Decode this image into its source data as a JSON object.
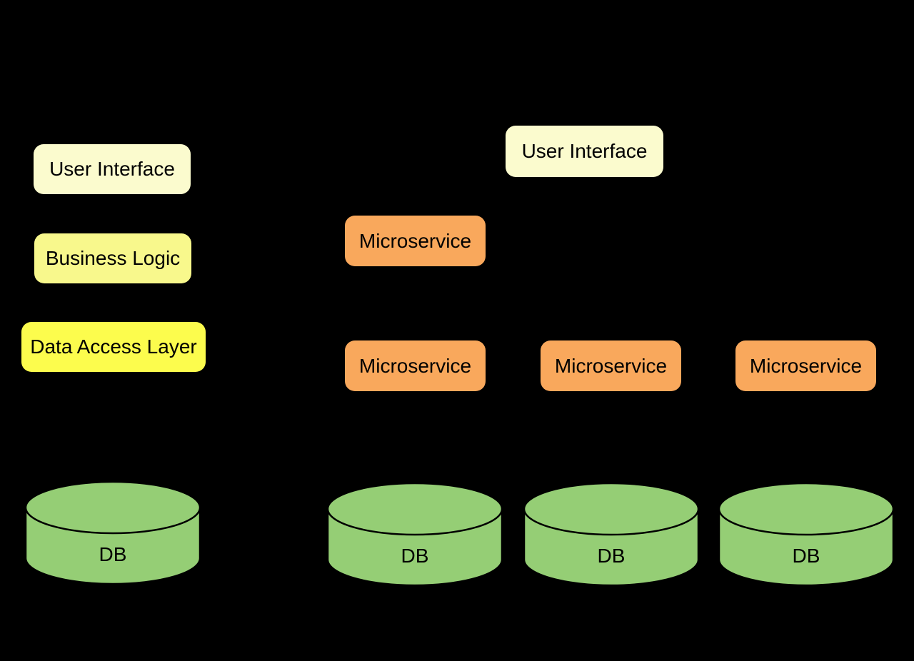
{
  "colors": {
    "background": "#000000",
    "text": "#000000",
    "user_interface_fill": "#FBFBCE",
    "business_logic_fill": "#F8F88C",
    "data_access_fill": "#FCFC4D",
    "microservice_fill": "#F9A85C",
    "database_fill": "#95CE75",
    "database_stroke": "#000000"
  },
  "monolith": {
    "user_interface_label": "User Interface",
    "business_logic_label": "Business Logic",
    "data_access_label": "Data Access Layer",
    "database_label": "DB"
  },
  "microservices": {
    "user_interface_label": "User Interface",
    "services": [
      {
        "label": "Microservice"
      },
      {
        "label": "Microservice"
      },
      {
        "label": "Microservice"
      },
      {
        "label": "Microservice"
      }
    ],
    "databases": [
      {
        "label": "DB"
      },
      {
        "label": "DB"
      },
      {
        "label": "DB"
      }
    ]
  }
}
